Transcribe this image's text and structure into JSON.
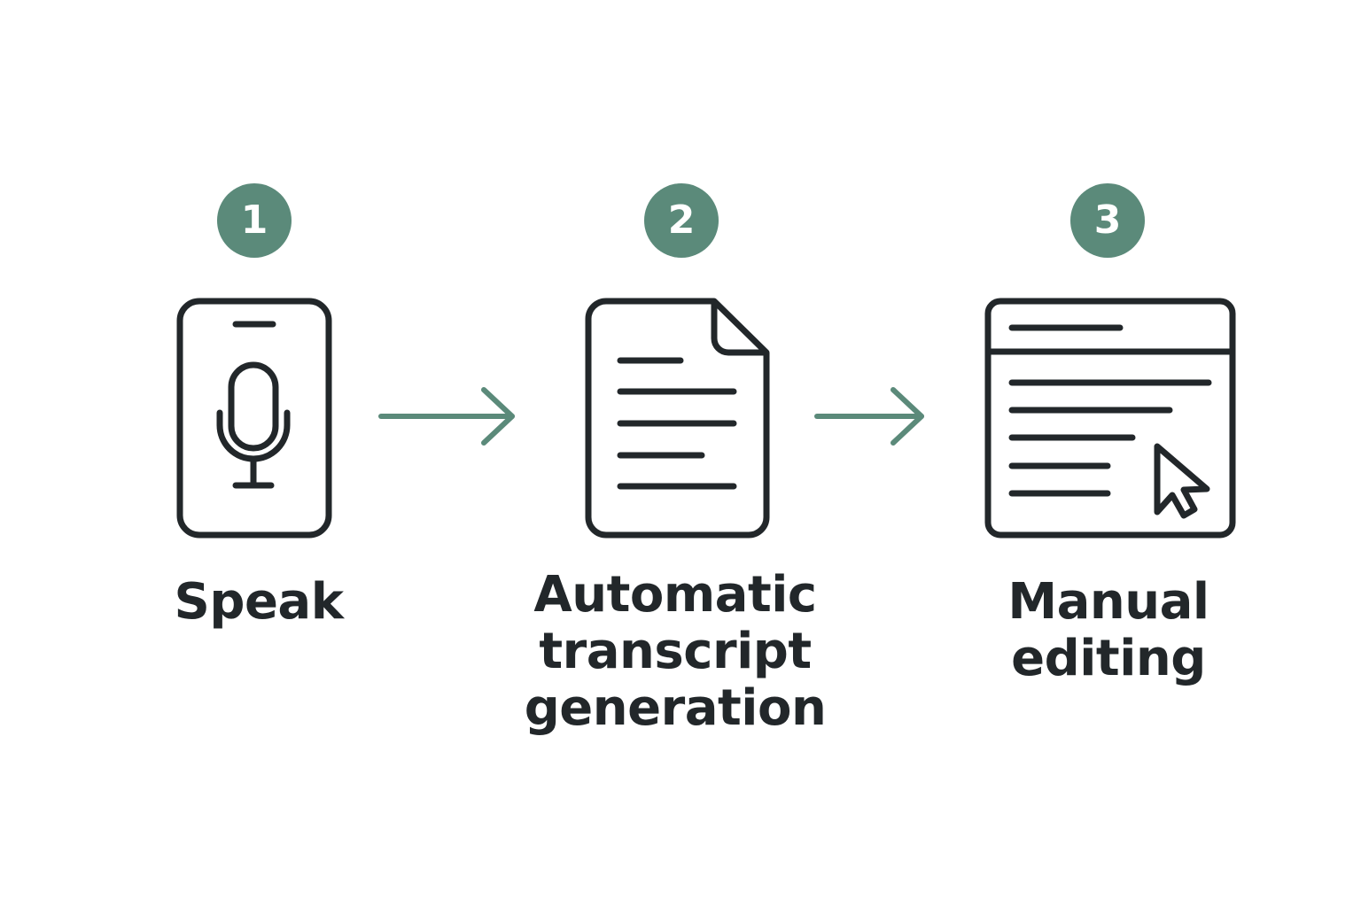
{
  "colors": {
    "accent": "#5b8a7a",
    "ink": "#22272a",
    "badge_text": "#ffffff"
  },
  "steps": [
    {
      "number": "1",
      "icon": "phone-microphone-icon",
      "label_lines": [
        "Speak"
      ]
    },
    {
      "number": "2",
      "icon": "document-icon",
      "label_lines": [
        "Automatic",
        "transcript",
        "generation"
      ]
    },
    {
      "number": "3",
      "icon": "editor-window-cursor-icon",
      "label_lines": [
        "Manual",
        "editing"
      ]
    }
  ],
  "connectors": [
    {
      "icon": "arrow-right-icon"
    },
    {
      "icon": "arrow-right-icon"
    }
  ]
}
